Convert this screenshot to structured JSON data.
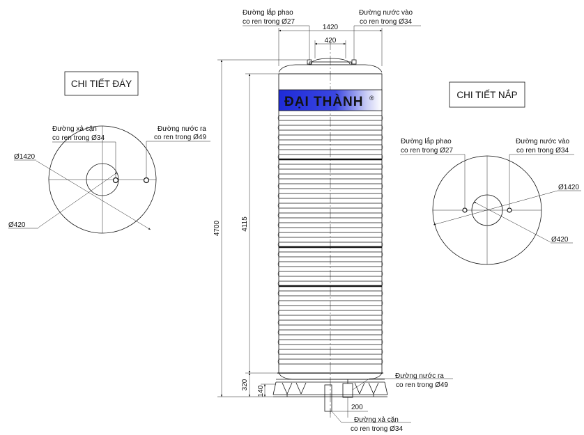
{
  "bottom_detail": {
    "title": "CHI TIẾT ĐÁY",
    "drain_label_1": "Đường xả cặn",
    "drain_label_2": "co ren trong Ø34",
    "outlet_label_1": "Đường nước ra",
    "outlet_label_2": "co ren trong Ø49",
    "dia_outer": "Ø1420",
    "dia_inner": "Ø420"
  },
  "top_detail": {
    "title": "CHI TIẾT NẮP",
    "float_label_1": "Đường lắp phao",
    "float_label_2": "co ren trong Ø27",
    "inlet_label_1": "Đường nước vào",
    "inlet_label_2": "co ren trong Ø34",
    "dia_outer": "Ø1420",
    "dia_inner": "Ø420"
  },
  "elevation": {
    "brand": "ĐẠI THÀNH",
    "brand_mark": "®",
    "top_float_1": "Đường lắp phao",
    "top_float_2": "co ren trong Ø27",
    "top_inlet_1": "Đường nước vào",
    "top_inlet_2": "co ren trong Ø34",
    "dim_width": "1420",
    "dim_lid": "420",
    "dim_total_height": "4700",
    "dim_body_height": "4115",
    "dim_stand_height": "320",
    "dim_foot_height": "140",
    "dim_offset": "200",
    "outlet_1": "Đường nước ra",
    "outlet_2": "co ren trong Ø49",
    "drain_1": "Đường xả cặn",
    "drain_2": "co ren trong Ø34"
  },
  "colors": {
    "label_gradient_start": "#1e2bd8",
    "label_gradient_end": "#ffffff",
    "line": "#111111"
  }
}
